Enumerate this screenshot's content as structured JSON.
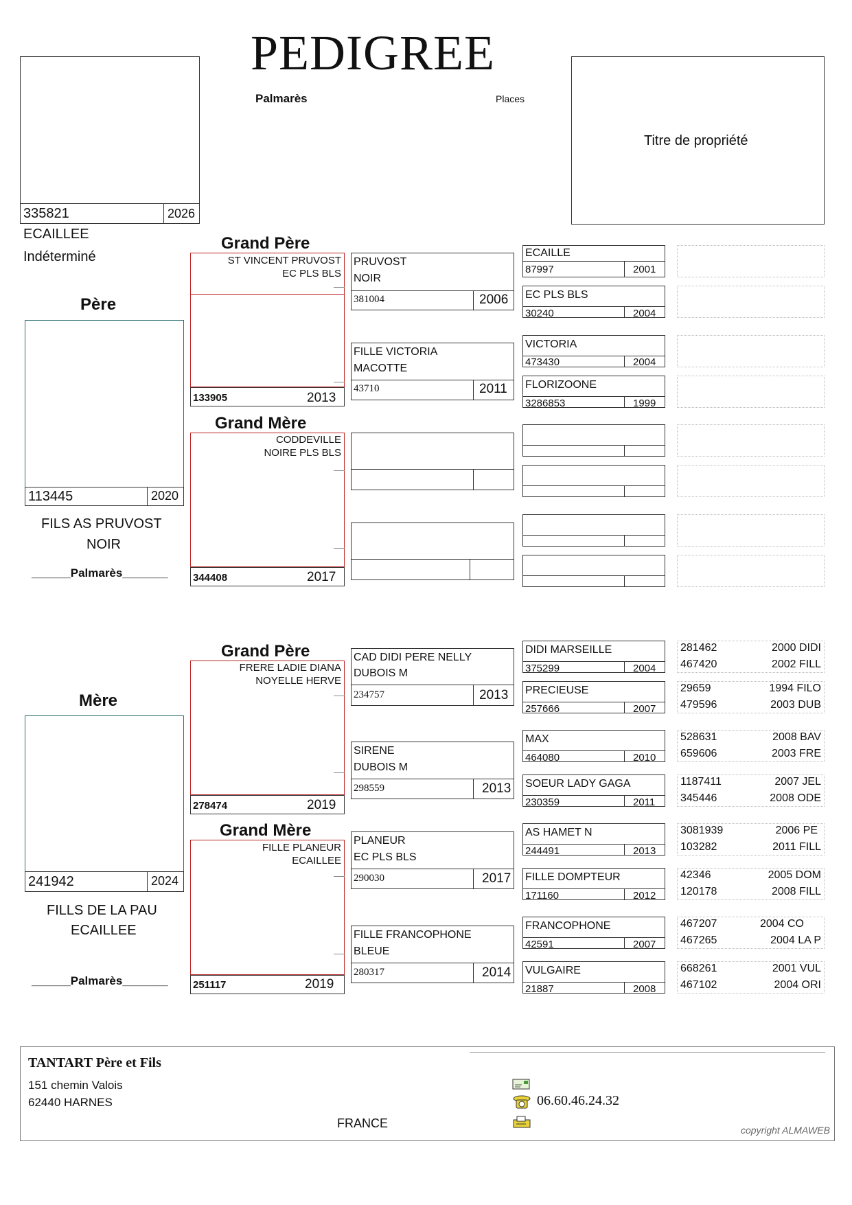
{
  "header": {
    "title": "PEDIGREE",
    "palmares_label": "Palmarès",
    "places_label": "Places",
    "title_box_label": "Titre de propriété"
  },
  "subject": {
    "ring": "335821",
    "year": "2026",
    "color": "ECAILLEE",
    "sex": "Indéterminé"
  },
  "pere": {
    "label": "Père",
    "ring": "113445",
    "year": "2020",
    "name_line1": "FILS AS PRUVOST",
    "name_line2": "NOIR",
    "palmares": "______Palmarès_______",
    "grand_pere": {
      "label": "Grand Père",
      "name_line1": "ST VINCENT PRUVOST",
      "name_line2": "EC PLS BLS",
      "ring": "133905",
      "year": "2013",
      "father": {
        "name_line1": "PRUVOST",
        "name_line2": "NOIR",
        "ring": "381004",
        "year": "2006"
      },
      "mother": {
        "name_line1": "FILLE VICTORIA",
        "name_line2": "MACOTTE",
        "ring": "43710",
        "year": "2011"
      }
    },
    "grand_mere": {
      "label": "Grand Mère",
      "name_line1": "CODDEVILLE",
      "name_line2": "NOIRE PLS BLS",
      "ring": "344408",
      "year": "2017"
    },
    "gen4": [
      {
        "name": "ECAILLE",
        "ring": "87997",
        "year": "2001"
      },
      {
        "name": "EC PLS BLS",
        "ring": "30240",
        "year": "2004"
      },
      {
        "name": "VICTORIA",
        "ring": "473430",
        "year": "2004"
      },
      {
        "name": "FLORIZOONE",
        "ring": "3286853",
        "year": "1999"
      }
    ]
  },
  "mere": {
    "label": "Mère",
    "ring": "241942",
    "year": "2024",
    "name_line1": "FILLS DE LA PAU",
    "name_line2": "ECAILLEE",
    "palmares": "______Palmarès_______",
    "grand_pere": {
      "label": "Grand Père",
      "name_line1": "FRERE LADIE DIANA",
      "name_line2": "NOYELLE HERVE",
      "ring": "278474",
      "year": "2019",
      "father": {
        "name_line1": "CAD DIDI PERE NELLY",
        "name_line2": "DUBOIS M",
        "ring": "234757",
        "year": "2013"
      },
      "mother": {
        "name_line1": "SIRENE",
        "name_line2": "DUBOIS M",
        "ring": "298559",
        "year": "2013"
      }
    },
    "grand_mere": {
      "label": "Grand Mère",
      "name_line1": "FILLE PLANEUR",
      "name_line2": "ECAILLEE",
      "ring": "251117",
      "year": "2019",
      "father": {
        "name_line1": "PLANEUR",
        "name_line2": "EC PLS BLS",
        "ring": "290030",
        "year": "2017"
      },
      "mother": {
        "name_line1": "FILLE FRANCOPHONE",
        "name_line2": "BLEUE",
        "ring": "280317",
        "year": "2014"
      }
    },
    "gen4": [
      {
        "name": "DIDI MARSEILLE",
        "ring": "375299",
        "year": "2004"
      },
      {
        "name": "PRECIEUSE",
        "ring": "257666",
        "year": "2007"
      },
      {
        "name": "MAX",
        "ring": "464080",
        "year": "2010"
      },
      {
        "name": "SOEUR LADY GAGA",
        "ring": "230359",
        "year": "2011"
      },
      {
        "name": "AS HAMET N",
        "ring": "244491",
        "year": "2013"
      },
      {
        "name": "FILLE DOMPTEUR",
        "ring": "171160",
        "year": "2012"
      },
      {
        "name": "FRANCOPHONE",
        "ring": "42591",
        "year": "2007"
      },
      {
        "name": "VULGAIRE",
        "ring": "21887",
        "year": "2008"
      }
    ],
    "gen5": [
      {
        "ring": "281462",
        "info": "2000 DIDI"
      },
      {
        "ring": "467420",
        "info": "2002 FILL"
      },
      {
        "ring": "29659",
        "info": "1994 FILO"
      },
      {
        "ring": "479596",
        "info": "2003 DUB"
      },
      {
        "ring": "528631",
        "info": "2008 BAV"
      },
      {
        "ring": "659606",
        "info": "2003 FRE"
      },
      {
        "ring": "1187411",
        "info": "2007 JEL"
      },
      {
        "ring": "345446",
        "info": "2008 ODE"
      },
      {
        "ring": "3081939",
        "info": "2006 PE"
      },
      {
        "ring": "103282",
        "info": "2011 FILL"
      },
      {
        "ring": "42346",
        "info": "2005 DOM"
      },
      {
        "ring": "120178",
        "info": "2008 FILL"
      },
      {
        "ring": "467207",
        "info": "2004 CO"
      },
      {
        "ring": "467265",
        "info": "2004 LA P"
      },
      {
        "ring": "668261",
        "info": "2001 VUL"
      },
      {
        "ring": "467102",
        "info": "2004 ORI"
      }
    ]
  },
  "footer": {
    "owner": "TANTART Père et Fils",
    "address1": "151 chemin Valois",
    "address2": "62440 HARNES",
    "country": "FRANCE",
    "phone": "06.60.46.24.32",
    "copyright": "copyright ALMAWEB"
  },
  "icons": [
    "email-icon",
    "phone-icon",
    "fax-icon"
  ]
}
